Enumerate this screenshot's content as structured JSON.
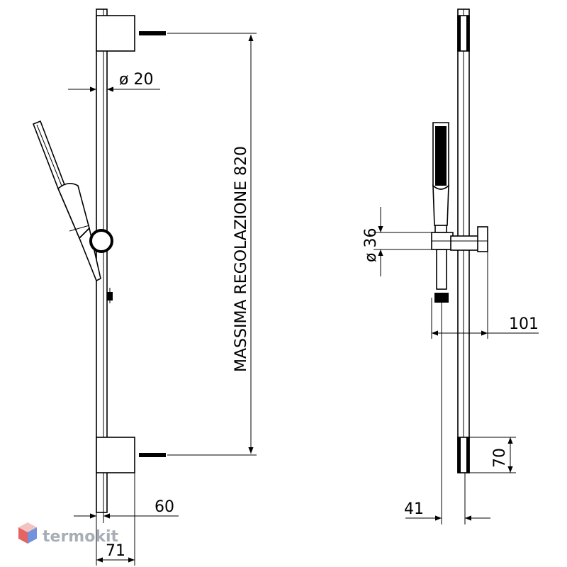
{
  "drawing": {
    "front_view": {
      "dim_diameter_rail": "ø 20",
      "dim_max_adjustment": "MASSIMA REGOLAZIONE  820",
      "dim_wall_offset": "60",
      "dim_bracket_depth": "71"
    },
    "side_view": {
      "dim_diameter_slider": "ø 36",
      "dim_projection": "101",
      "dim_bracket_height": "70",
      "dim_rail_offset": "41"
    }
  },
  "watermark": {
    "brand": "termokit",
    "colors": {
      "text": "#9aa1aa",
      "cube_red": "#e04a4a",
      "cube_blue": "#5a7fd6",
      "cube_light": "#f2b9b9"
    }
  }
}
